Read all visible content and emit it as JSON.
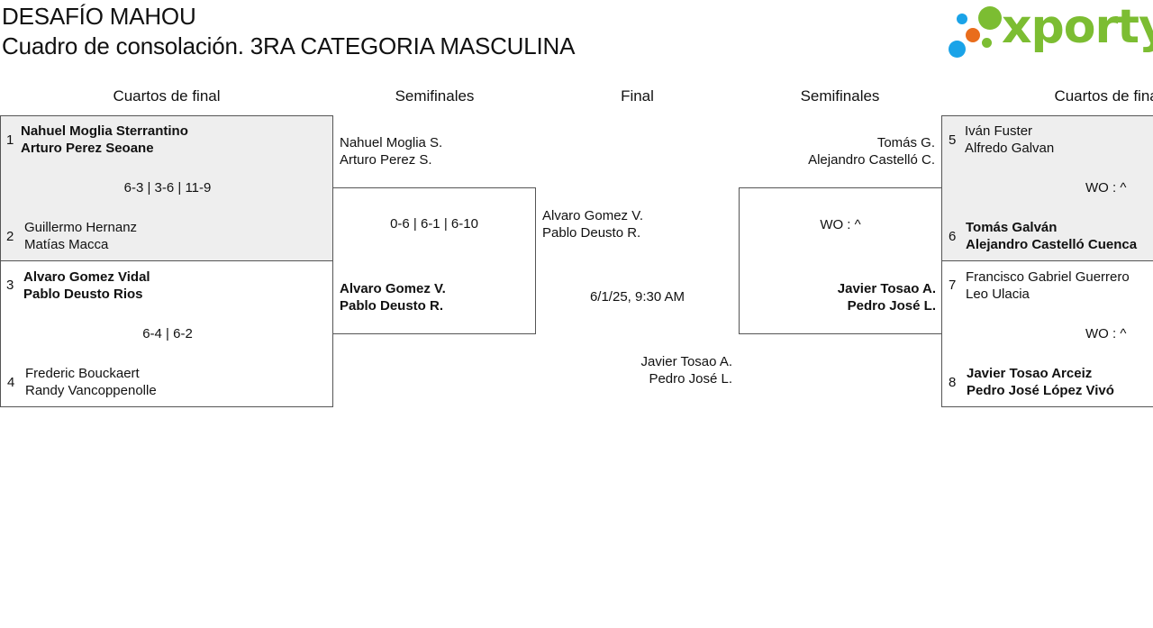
{
  "header": {
    "event_title": "DESAFÍO MAHOU",
    "draw_title": "Cuadro de consolación. 3RA CATEGORIA MASCULINA",
    "logo_text": "xporty"
  },
  "rounds": {
    "qf_left": "Cuartos de final",
    "sf_left": "Semifinales",
    "final": "Final",
    "sf_right": "Semifinales",
    "qf_right": "Cuartos de final"
  },
  "qf_left": [
    {
      "seed_a": "1",
      "a1": "Nahuel Moglia Sterrantino",
      "a2": "Arturo Perez Seoane",
      "score": "6-3 | 3-6 | 11-9",
      "seed_b": "2",
      "b1": "Guillermo Hernanz",
      "b2": "Matías Macca"
    },
    {
      "seed_a": "3",
      "a1": "Alvaro Gomez Vidal",
      "a2": "Pablo Deusto Rios",
      "score": "6-4 | 6-2",
      "seed_b": "4",
      "b1": "Frederic Bouckaert",
      "b2": "Randy Vancoppenolle"
    }
  ],
  "sf_left": {
    "a1": "Nahuel Moglia S.",
    "a2": "Arturo Perez S.",
    "score": "0-6 | 6-1 | 6-10",
    "b1": "Alvaro Gomez V.",
    "b2": "Pablo Deusto R."
  },
  "final": {
    "a1": "Alvaro Gomez V.",
    "a2": "Pablo Deusto R.",
    "datetime": "6/1/25, 9:30 AM",
    "b1": "Javier Tosao A.",
    "b2": "Pedro José L."
  },
  "sf_right": {
    "a1": "Tomás G.",
    "a2": "Alejandro Castelló C.",
    "score": "WO : ^",
    "b1": "Javier Tosao A.",
    "b2": "Pedro José L."
  },
  "qf_right": [
    {
      "seed_a": "5",
      "a1": "Iván Fuster",
      "a2": "Alfredo Galvan",
      "score": "WO : ^",
      "seed_b": "6",
      "b1": "Tomás Galván",
      "b2": "Alejandro Castelló Cuenca"
    },
    {
      "seed_a": "7",
      "a1": "Francisco Gabriel Guerrero",
      "a2": "Leo Ulacia",
      "score": "WO : ^",
      "seed_b": "8",
      "b1": "Javier Tosao Arceiz",
      "b2": "Pedro José López Vivó"
    }
  ]
}
